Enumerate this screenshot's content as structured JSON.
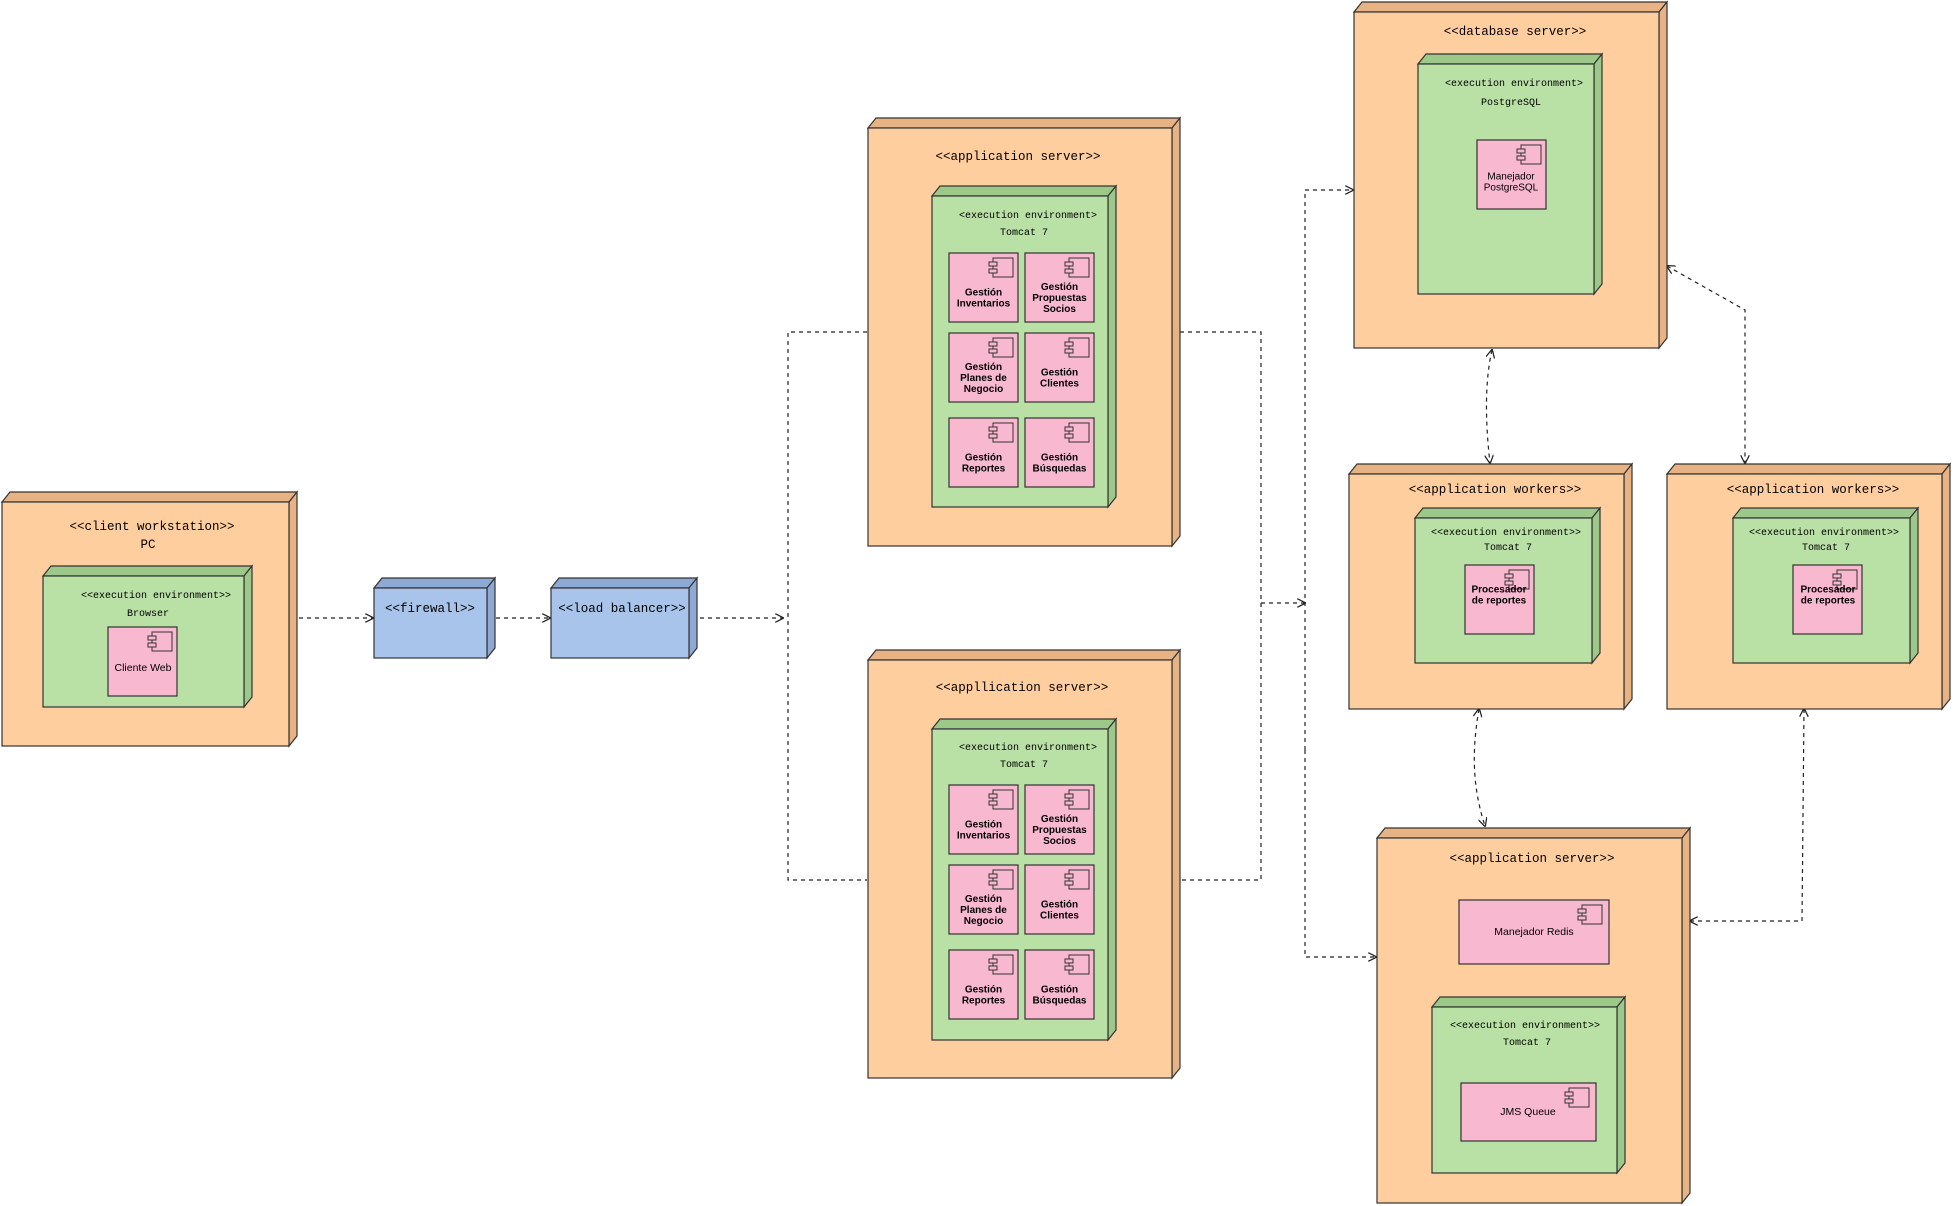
{
  "colors": {
    "node": "#FFCE9F",
    "node_dark": "#E8B384",
    "env": "#B9E0A5",
    "env_dark": "#9CC98A",
    "component": "#F8B8CF",
    "network": "#A9C4EB",
    "network_dark": "#8EA9D4",
    "line": "#222222"
  },
  "nodes": {
    "client": {
      "title": "<<client workstation>>",
      "subtitle": "PC",
      "env_title": "<<execution environment>>",
      "env_subtitle": "Browser",
      "component": "Cliente Web"
    },
    "firewall": {
      "title": "<<firewall>>"
    },
    "load_balancer": {
      "title": "<<load balancer>>"
    },
    "app_server_1": {
      "title": "<<application server>>",
      "env_title": "<execution environment>",
      "env_subtitle": "Tomcat 7",
      "components": [
        "Gestión Inventarios",
        "Gestión Propuestas Socios",
        "Gestión Planes de Negocio",
        "Gestión Clientes",
        "Gestión Reportes",
        "Gestión Búsquedas"
      ]
    },
    "app_server_2": {
      "title": "<<appllication server>>",
      "env_title": "<execution environment>",
      "env_subtitle": "Tomcat 7",
      "components": [
        "Gestión Inventarios",
        "Gestión Propuestas Socios",
        "Gestión Planes de Negocio",
        "Gestión Clientes",
        "Gestión Reportes",
        "Gestión Búsquedas"
      ]
    },
    "db_server": {
      "title": "<<database server>>",
      "env_title": "<execution environment>",
      "env_subtitle": "PostgreSQL",
      "component": "Manejador PostgreSQL"
    },
    "worker_1": {
      "title": "<<application workers>>",
      "env_title": "<<execution environment>>",
      "env_subtitle": "Tomcat 7",
      "component": "Procesador de reportes"
    },
    "worker_2": {
      "title": "<<application workers>>",
      "env_title": "<<execution environment>>",
      "env_subtitle": "Tomcat 7",
      "component": "Procesador de reportes"
    },
    "app_server_3": {
      "title": "<<application server>>",
      "component_top": "Manejador Redis",
      "env_title": "<<execution environment>>",
      "env_subtitle": "Tomcat 7",
      "component": "JMS Queue"
    }
  }
}
